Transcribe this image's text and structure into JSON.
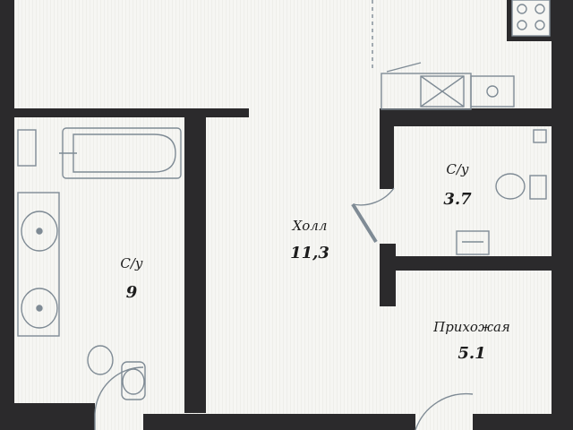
{
  "rooms": {
    "bathroom_large": {
      "name": "С/у",
      "area": "9"
    },
    "wc_small": {
      "name": "С/у",
      "area": "3.7"
    },
    "hall": {
      "name": "Холл",
      "area": "11,3"
    },
    "entrance": {
      "name": "Прихожая",
      "area": "5.1"
    }
  },
  "colors": {
    "wall": "#2b2a2c",
    "fixture_line": "#7f8b95",
    "background": "#f6f6f3",
    "text": "#1c1c1c"
  }
}
